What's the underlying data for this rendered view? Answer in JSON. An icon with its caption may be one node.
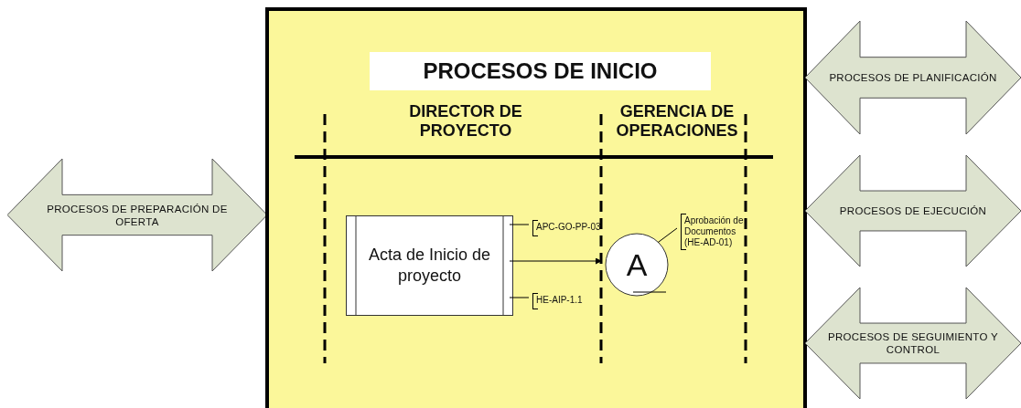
{
  "diagram": {
    "nodes": [
      {
        "text": [
          "PROCESOS DE PREPARACIÓN DE OFERTA"
        ]
      },
      {
        "text": [
          "PROCESOS DE INICIO"
        ]
      },
      {
        "text": [
          "Acta de Inicio de proyecto"
        ],
        "in": 1
      },
      {
        "text": [
          "A"
        ],
        "in": 1
      },
      {
        "text": [
          "APC-GO-PP-03"
        ],
        "in": 1
      },
      {
        "text": [
          "HE-AIP-1.1"
        ],
        "in": 1
      },
      {
        "text": [
          "Aprobación de Documentos (HE-AD-01)"
        ],
        "in": 1
      },
      {
        "text": [
          "PROCESOS DE PLANIFICACIÓN"
        ]
      },
      {
        "text": [
          "PROCESOS DE EJECUCIÓN"
        ]
      },
      {
        "text": [
          "PROCESOS DE SEGUIMIENTO Y CONTROL"
        ]
      }
    ],
    "edges": [
      {
        "from": 2,
        "to": 3,
        "arrow": "to"
      },
      {
        "from": 4,
        "to": 2,
        "arrow": "none"
      },
      {
        "from": 5,
        "to": 2,
        "arrow": "none"
      },
      {
        "from": 6,
        "to": 3,
        "arrow": "none"
      }
    ],
    "labels": [
      "DIRECTOR DE PROYECTO",
      "GERENCIA DE OPERACIONES"
    ]
  }
}
